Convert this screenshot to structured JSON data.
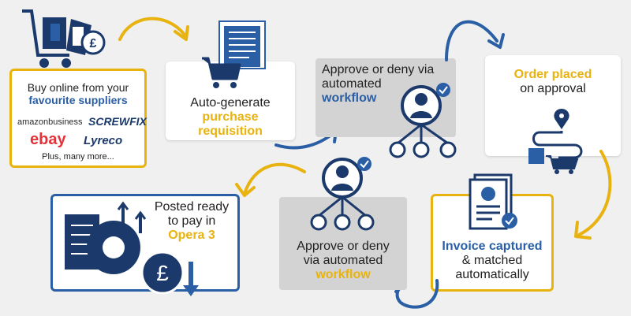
{
  "colors": {
    "navy": "#1b3a6b",
    "blue": "#2a5fa6",
    "gold": "#e8b20f",
    "grey_card": "#d3d3d3",
    "bg": "#f0f0f0"
  },
  "step1": {
    "line1": "Buy online from your",
    "line2": "favourite suppliers",
    "suppliers": [
      "amazonbusiness",
      "SCREWFIX",
      "ebay",
      "Lyreco"
    ],
    "footer": "Plus, many more..."
  },
  "step2": {
    "line1": "Auto-generate",
    "line2": "purchase",
    "line3": "requisition"
  },
  "step3": {
    "line1": "Approve or deny via",
    "line2": "automated",
    "line3": "workflow"
  },
  "step4": {
    "line1": "Order placed",
    "line2": "on approval"
  },
  "step5": {
    "line1": "Invoice captured",
    "line2": "& matched",
    "line3": "automatically"
  },
  "step6": {
    "line1": "Approve or deny",
    "line2": "via automated",
    "line3": "workflow"
  },
  "step7": {
    "line1": "Posted ready",
    "line2": "to pay in",
    "line3": "Opera 3"
  },
  "icons": [
    "shopping-trolley-icon",
    "document-icon",
    "cart-icon",
    "approval-network-icon",
    "delivery-route-icon",
    "invoice-icon",
    "gear-checklist-icon",
    "pound-coin-icon",
    "arrow-icon"
  ]
}
